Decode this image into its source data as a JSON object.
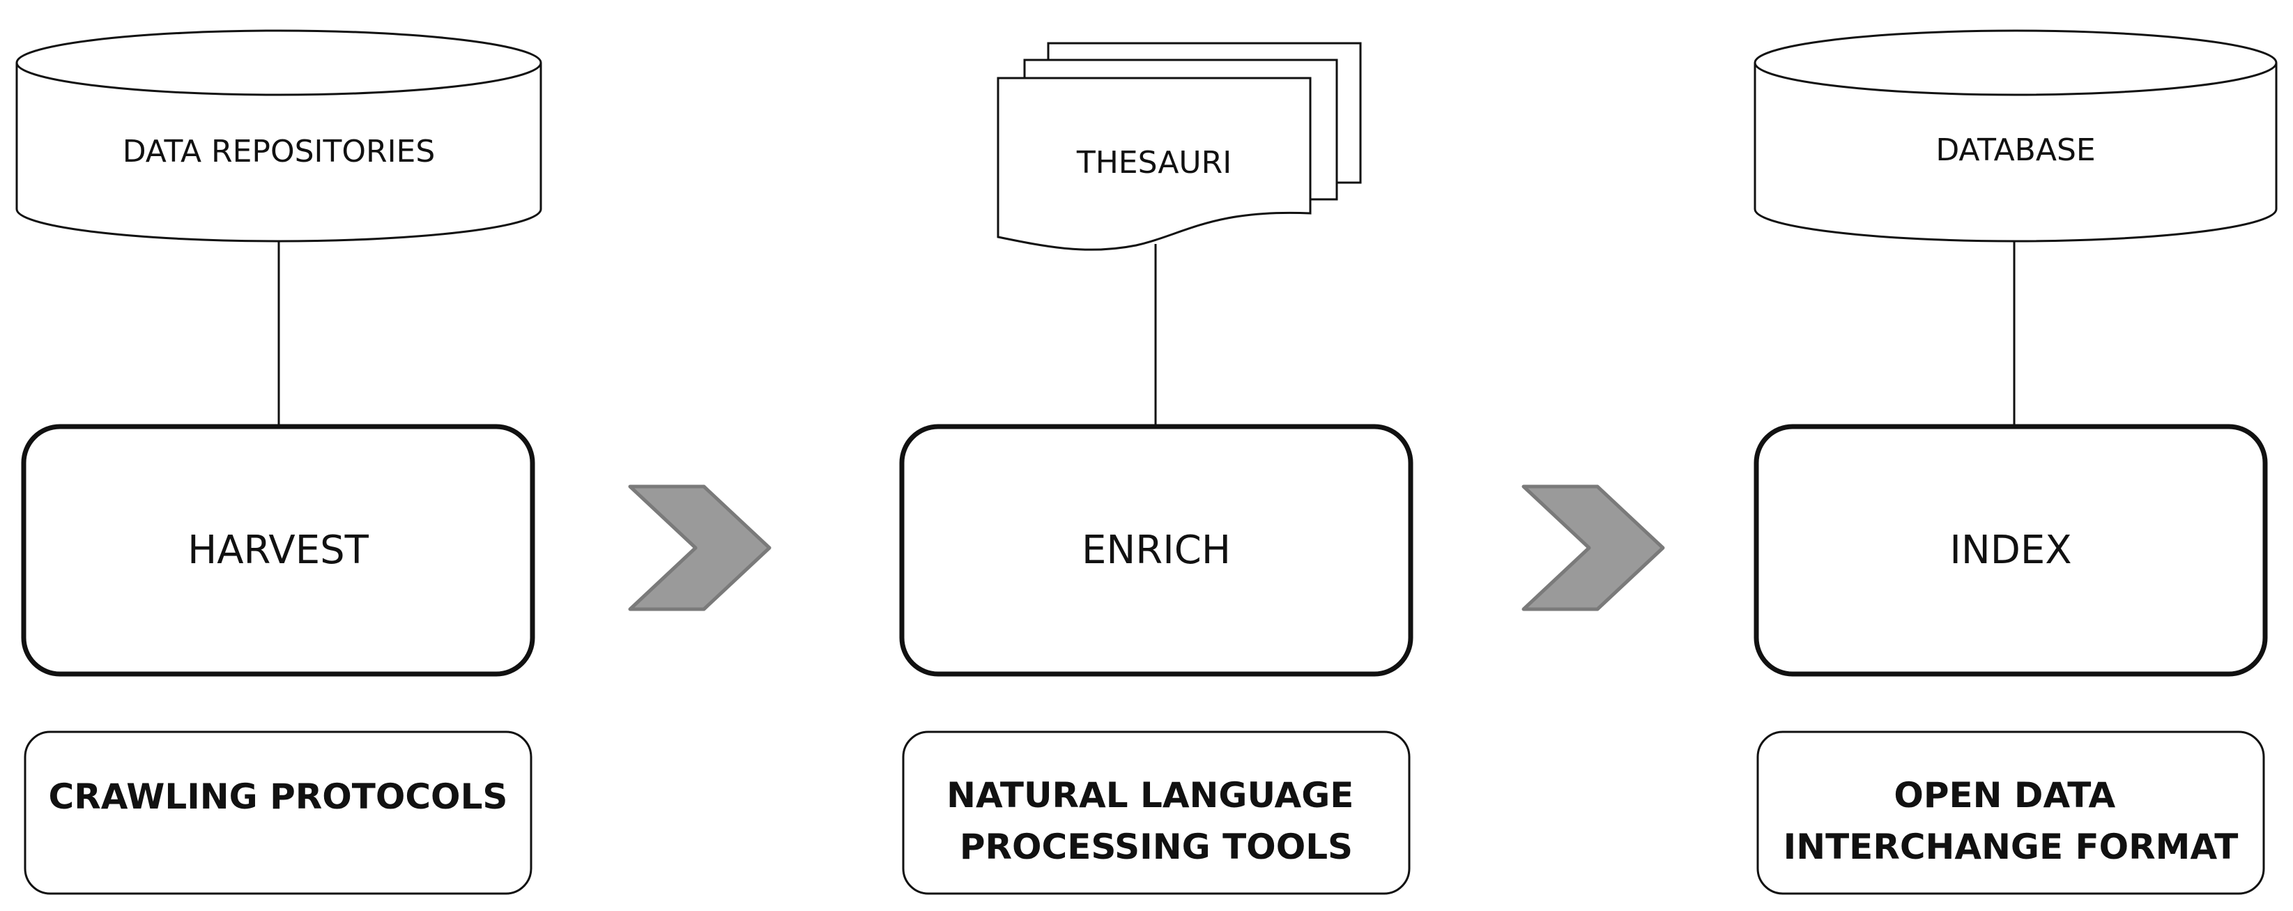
{
  "stages": [
    {
      "title": "HARVEST",
      "source_label": "DATA REPOSITORIES",
      "source_icon": "database-cylinder-icon",
      "tool_lines": [
        "CRAWLING PROTOCOLS"
      ]
    },
    {
      "title": "ENRICH",
      "source_label": "THESAURI",
      "source_icon": "multi-document-icon",
      "tool_lines": [
        "NATURAL LANGUAGE",
        "PROCESSING TOOLS"
      ]
    },
    {
      "title": "INDEX",
      "source_label": "DATABASE",
      "source_icon": "database-cylinder-icon",
      "tool_lines": [
        "OPEN DATA",
        "INTERCHANGE FORMAT"
      ]
    }
  ],
  "arrows": [
    {
      "icon": "chevron-right-icon",
      "fill": "#9a9a9a",
      "stroke": "#7a7a7a"
    },
    {
      "icon": "chevron-right-icon",
      "fill": "#9a9a9a",
      "stroke": "#7a7a7a"
    }
  ],
  "colors": {
    "stroke": "#111111",
    "background": "#ffffff"
  }
}
